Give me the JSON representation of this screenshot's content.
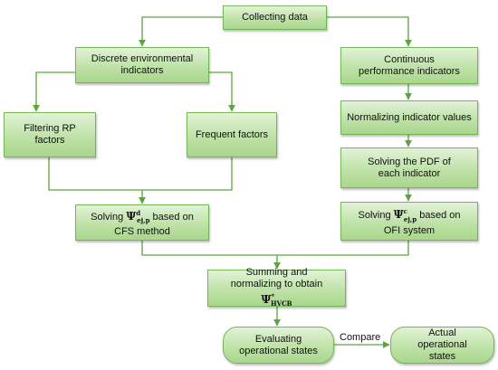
{
  "nodes": {
    "collecting_data": "Collecting data",
    "discrete_indicators": "Discrete environmental indicators",
    "continuous_indicators": "Continuous performance indicators",
    "filtering_rp": "Filtering RP factors",
    "frequent_factors": "Frequent factors",
    "normalizing_values": "Normalizing indicator values",
    "solving_pdf": "Solving the PDF of each indicator",
    "solving_cfs": {
      "prefix": "Solving ",
      "symbol": "Ψ",
      "sub": "ej,p",
      "sup": "d",
      "suffix": " based on CFS method"
    },
    "solving_ofi": {
      "prefix": "Solving ",
      "symbol": "Ψ",
      "sub": "ej,p",
      "sup": "c",
      "suffix": " based on OFI system"
    },
    "summing": {
      "prefix": "Summing and normalizing to obtain ",
      "symbol": "Ψ",
      "sub": "HVCB",
      "sup": "*"
    },
    "evaluating": "Evaluating operational states",
    "actual": "Actual operational states"
  },
  "edge_labels": {
    "compare": "Compare"
  },
  "colors": {
    "box_fill": "#bfe2a8",
    "box_border": "#74b655",
    "line": "#5aa63c"
  }
}
